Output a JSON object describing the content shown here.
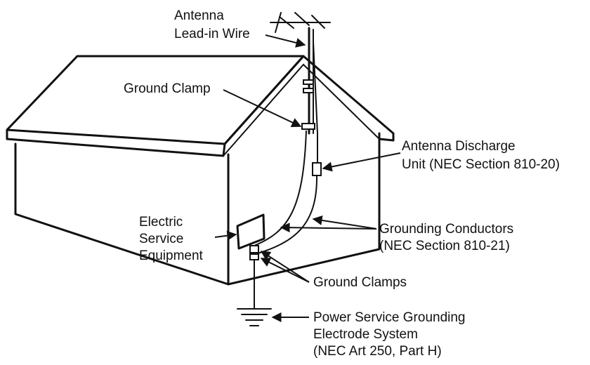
{
  "labels": {
    "antenna_lead_in": [
      "Antenna",
      "Lead-in Wire"
    ],
    "ground_clamp": "Ground Clamp",
    "discharge_unit": [
      "Antenna Discharge",
      "Unit (NEC Section 810-20)"
    ],
    "electric_service": [
      "Electric",
      "Service",
      "Equipment"
    ],
    "grounding_conductors": [
      "Grounding Conductors",
      "(NEC Section 810-21)"
    ],
    "ground_clamps": "Ground Clamps",
    "power_service": [
      "Power Service Grounding",
      "Electrode System",
      "(NEC Art 250, Part H)"
    ]
  },
  "colors": {
    "line": "#111111",
    "background": "#ffffff",
    "ground_fill": "#eeeeee"
  }
}
